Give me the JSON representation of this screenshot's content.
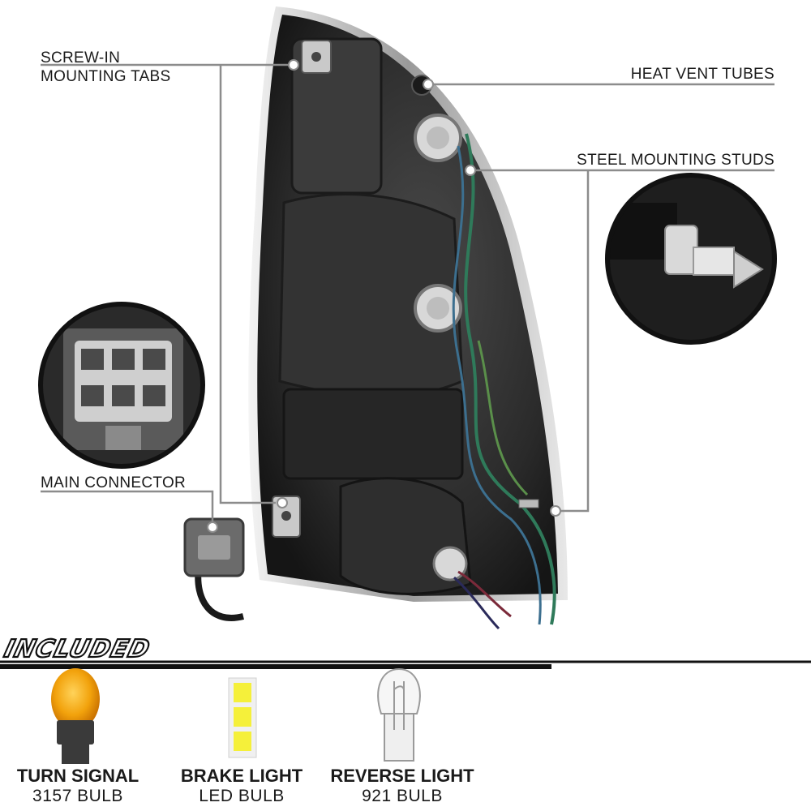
{
  "callouts": {
    "screw_tabs": [
      "SCREW-IN",
      "MOUNTING TABS"
    ],
    "heat_vent": "HEAT VENT TUBES",
    "steel_studs": "STEEL MOUNTING STUDS",
    "main_connector": "MAIN CONNECTOR"
  },
  "included": {
    "title": "INCLUDED",
    "bulbs": [
      {
        "name": "TURN SIGNAL",
        "type": "3157 BULB",
        "icon": "amber-bulb-icon"
      },
      {
        "name": "BRAKE LIGHT",
        "type": "LED BULB",
        "icon": "led-bulb-icon"
      },
      {
        "name": "REVERSE LIGHT",
        "type": "921 BULB",
        "icon": "clear-bulb-icon"
      }
    ]
  },
  "colors": {
    "housing": "#2b2b2b",
    "callout_line": "#8c8c8c",
    "amber": "#f2a20c",
    "led": "#f5f03a",
    "wire_green": "#2f7a5a"
  }
}
